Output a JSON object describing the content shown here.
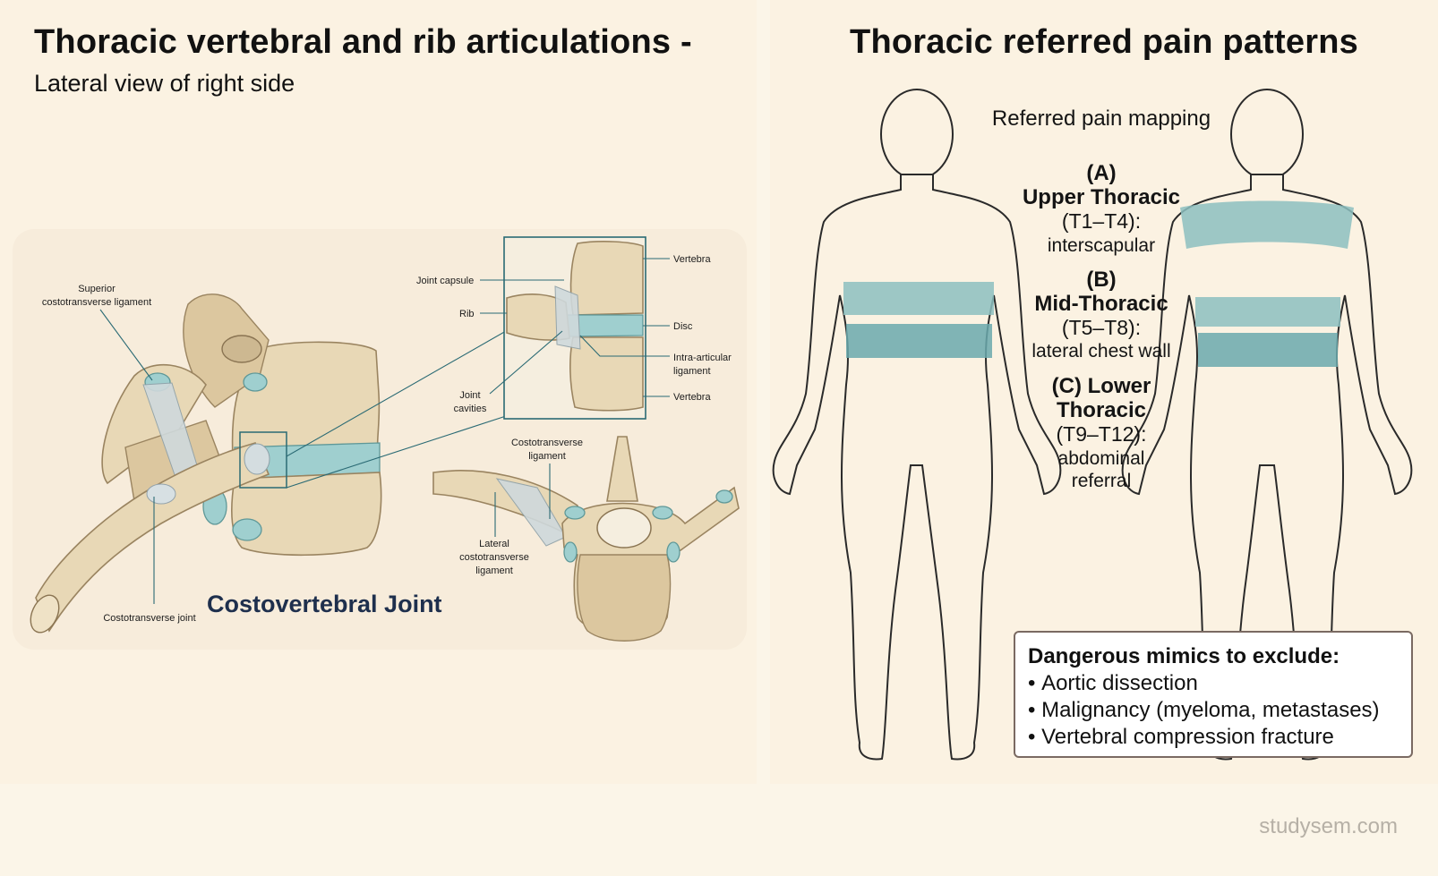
{
  "left": {
    "title": "Thoracic vertebral and rib articulations -",
    "subtitle": "Lateral view of right side",
    "labels": {
      "superior_ligament_line1": "Superior",
      "superior_ligament_line2": "costotransverse ligament",
      "costotransverse_joint": "Costotransverse joint",
      "costovertebral_joint": "Costovertebral Joint",
      "joint_capsule": "Joint capsule",
      "rib": "Rib",
      "joint_cavities_line1": "Joint",
      "joint_cavities_line2": "cavities",
      "vertebra_top": "Vertebra",
      "disc": "Disc",
      "intra_articular_line1": "Intra-articular",
      "intra_articular_line2": "ligament",
      "vertebra_bottom": "Vertebra",
      "costotransverse_ligament_line1": "Costotransverse",
      "costotransverse_ligament_line2": "ligament",
      "lateral_ligament_line1": "Lateral",
      "lateral_ligament_line2": "costotransverse",
      "lateral_ligament_line3": "ligament"
    }
  },
  "right": {
    "title": "Thoracic referred pain patterns",
    "mapping_label": "Referred pain mapping",
    "regions": {
      "a_letter": "(A)",
      "a_name": "Upper Thoracic",
      "a_range": "(T1–T4):",
      "a_area": "interscapular",
      "b_letter": "(B)",
      "b_name": "Mid-Thoracic",
      "b_range": "(T5–T8):",
      "b_area": "lateral chest wall",
      "c_name_line1": "(C) Lower",
      "c_name_line2": "Thoracic",
      "c_range": "(T9–T12):",
      "c_area_line1": "abdominal",
      "c_area_line2": "referral"
    },
    "mimics": {
      "title": "Dangerous mimics to exclude:",
      "items": [
        "Aortic dissection",
        "Malignancy (myeloma, metastases)",
        "Vertebral compression fracture"
      ]
    }
  },
  "watermark": "studysem.com",
  "colors": {
    "band": "#8cc0c0",
    "cartilage": "#9fcfcf",
    "bone": "#e8d8b6",
    "title_dark": "#1e2f4d"
  }
}
